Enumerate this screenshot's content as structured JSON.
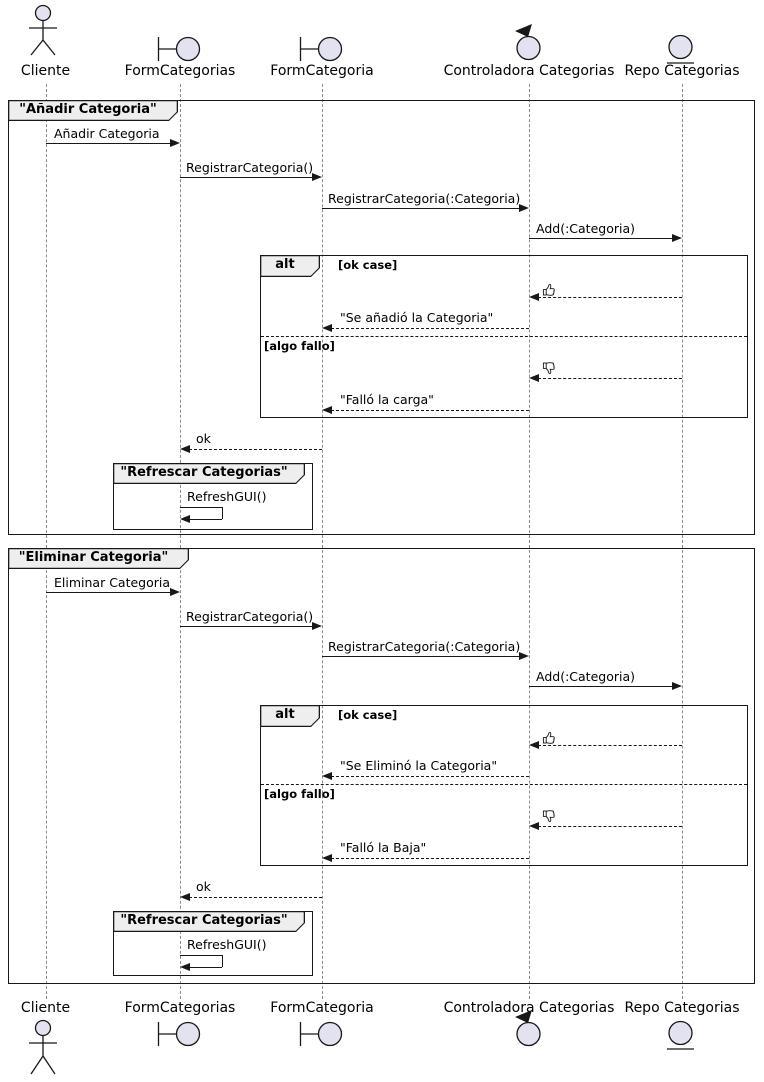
{
  "colors": {
    "participant_fill": "#E2E2F0",
    "stroke": "#181818",
    "frame_tab_bg": "#EEEEEE",
    "lifeline": "#8C8C8C",
    "background": "#FFFFFF"
  },
  "participants": {
    "cliente": "Cliente",
    "form_categorias": "FormCategorias",
    "form_categoria": "FormCategoria",
    "controladora": "Controladora Categorias",
    "repo": "Repo Categorias"
  },
  "f1": {
    "title": "\"Añadir Categoria\"",
    "m_request": "Añadir Categoria",
    "m_registrar": "RegistrarCategoria()",
    "m_registrar_param": "RegistrarCategoria(:Categoria)",
    "m_add": "Add(:Categoria)",
    "alt_label": "alt",
    "guard_ok": "[ok case]",
    "reply_ok": "\"Se añadió la Categoria\"",
    "guard_fail": "[algo fallo]",
    "reply_fail": "\"Falló la carga\"",
    "m_ok": "ok",
    "ref_title": "\"Refrescar Categorias\"",
    "m_refresh": "RefreshGUI()"
  },
  "f2": {
    "title": "\"Eliminar Categoria\"",
    "m_request": "Eliminar Categoria",
    "m_registrar": "RegistrarCategoria()",
    "m_registrar_param": "RegistrarCategoria(:Categoria)",
    "m_add": "Add(:Categoria)",
    "alt_label": "alt",
    "guard_ok": "[ok case]",
    "reply_ok": "\"Se Eliminó la Categoria\"",
    "guard_fail": "[algo fallo]",
    "reply_fail": "\"Falló la Baja\"",
    "m_ok": "ok",
    "ref_title": "\"Refrescar Categorias\"",
    "m_refresh": "RefreshGUI()"
  },
  "icons": {
    "actor": "actor-icon",
    "boundary": "boundary-icon",
    "control": "control-icon",
    "entity": "entity-icon",
    "thumbs_up": "thumbs-up-icon",
    "thumbs_down": "thumbs-down-icon"
  }
}
